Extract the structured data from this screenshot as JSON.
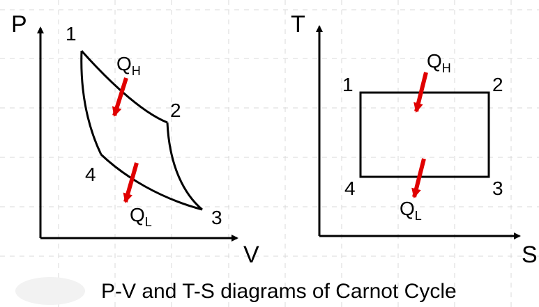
{
  "pv_diagram": {
    "y_axis_label": "P",
    "x_axis_label": "V",
    "point_labels": [
      "1",
      "2",
      "3",
      "4"
    ],
    "heat_in": {
      "letter": "Q",
      "subscript": "H"
    },
    "heat_out": {
      "letter": "Q",
      "subscript": "L"
    }
  },
  "ts_diagram": {
    "y_axis_label": "T",
    "x_axis_label": "S",
    "point_labels": [
      "1",
      "2",
      "3",
      "4"
    ],
    "heat_in": {
      "letter": "Q",
      "subscript": "H"
    },
    "heat_out": {
      "letter": "Q",
      "subscript": "L"
    }
  },
  "caption": "P-V and T-S diagrams of Carnot Cycle",
  "colors": {
    "curve": "#000000",
    "axes": "#000000",
    "heat_arrow": "#e00000",
    "grid_dash": "#d9d9d9",
    "background": "#ffffff"
  }
}
